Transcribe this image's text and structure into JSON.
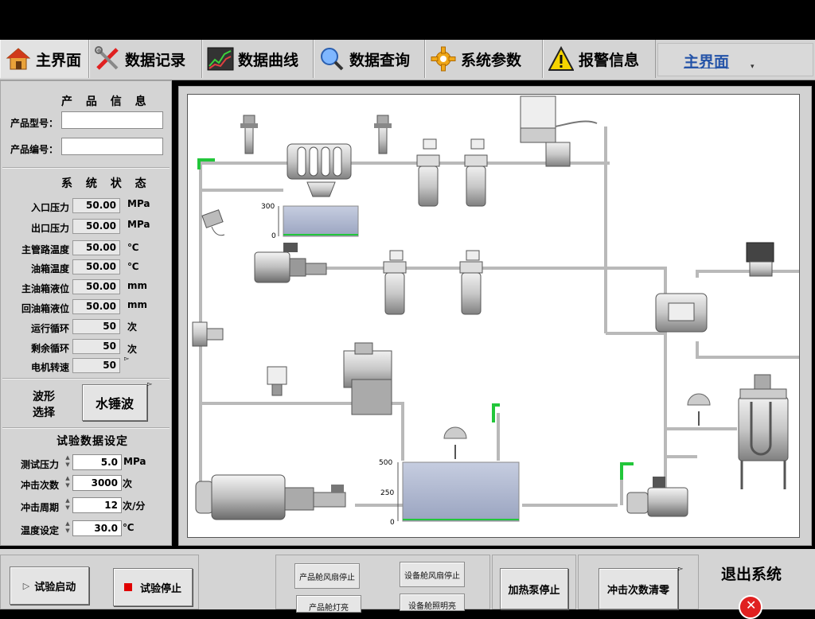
{
  "tabs": [
    {
      "label": "主界面",
      "icon": "home-icon"
    },
    {
      "label": "数据记录",
      "icon": "tools-icon"
    },
    {
      "label": "数据曲线",
      "icon": "chart-icon"
    },
    {
      "label": "数据查询",
      "icon": "search-icon"
    },
    {
      "label": "系统参数",
      "icon": "gear-icon"
    },
    {
      "label": "报警信息",
      "icon": "warning-icon"
    }
  ],
  "page_selector": {
    "value": "主界面"
  },
  "product_info": {
    "title": "产 品 信 息",
    "model_label": "产品型号：",
    "model_value": "",
    "serial_label": "产品编号：",
    "serial_value": ""
  },
  "system_status": {
    "title": "系 统 状 态",
    "rows": [
      {
        "label": "入口压力",
        "value": "50.00",
        "unit": "MPa"
      },
      {
        "label": "出口压力",
        "value": "50.00",
        "unit": "MPa"
      },
      {
        "label": "主管路温度",
        "value": "50.00",
        "unit": "℃"
      },
      {
        "label": "油箱温度",
        "value": "50.00",
        "unit": "℃"
      },
      {
        "label": "主油箱液位",
        "value": "50.00",
        "unit": "mm"
      },
      {
        "label": "回油箱液位",
        "value": "50.00",
        "unit": "mm"
      },
      {
        "label": "运行循环",
        "value": "50",
        "unit": "次"
      },
      {
        "label": "剩余循环",
        "value": "50",
        "unit": "次"
      },
      {
        "label": "电机转速",
        "value": "50",
        "unit": ""
      }
    ]
  },
  "waveform": {
    "label_line1": "波形",
    "label_line2": "选择",
    "button": "水锤波"
  },
  "test_setting": {
    "title": "试验数据设定",
    "rows": [
      {
        "label": "测试压力",
        "value": "5.0",
        "unit": "MPa"
      },
      {
        "label": "冲击次数",
        "value": "3000",
        "unit": "次"
      },
      {
        "label": "冲击周期",
        "value": "12",
        "unit": "次/分"
      },
      {
        "label": "温度设定",
        "value": "30.0",
        "unit": "℃"
      }
    ]
  },
  "tanks": {
    "upper": {
      "ticks": [
        "300",
        "0"
      ]
    },
    "main": {
      "ticks": [
        "500",
        "250",
        "0"
      ]
    }
  },
  "bottom": {
    "start": "试验启动",
    "stop": "试验停止",
    "product_fan": "产品舱风扇停止",
    "device_fan": "设备舱风扇停止",
    "product_light": "产品舱灯亮",
    "device_light": "设备舱照明亮",
    "heat_pump": "加热泵停止",
    "clear_count": "冲击次数清零",
    "exit": "退出系统"
  },
  "colors": {
    "accent_green": "#22c63a",
    "tank_blue": "#b8c4dc",
    "stop_red": "#e00000"
  }
}
